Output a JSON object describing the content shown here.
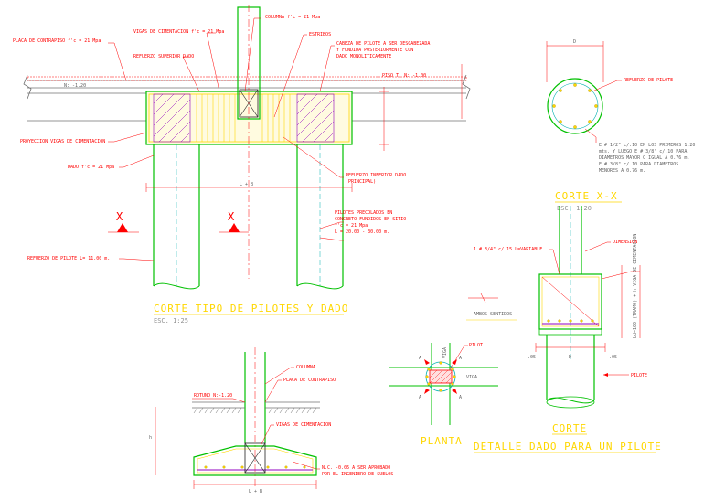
{
  "colors": {
    "background": "#ffffff",
    "annotation": "#ff0000",
    "title": "#ffd700",
    "pile_outline": "#00c000",
    "pile_axis": "#00b0b0",
    "rebar_hatch": "#9000c0",
    "concrete": "#ffea00"
  },
  "main_section": {
    "title": "CORTE TIPO DE PILOTES Y DADO",
    "scale": "ESC. 1:25",
    "labels": {
      "placa": "PLACA DE CONTRAPISO f'c = 21 Mpa",
      "vigas_cim": "VIGAS DE CIMENTACION f'c = 21 Mpa",
      "columna": "COLUMNA  f'c = 21 Mpa",
      "estribos": "ESTRIBOS",
      "cabeza1": "CABEZA DE PILOTE A SER DESCABEZADA",
      "cabeza2": "Y FUNDIDA POSTERIORMENTE CON",
      "cabeza3": "DADO MONOLITICAMENTE",
      "refuerzo_sup": "REFUERZO SUPERIOR DADO",
      "nivel": "N: -1.20",
      "proyeccion": "PROYECCION VIGAS DE CIMENTACION",
      "dado": "DADO f'c = 21 Mpa",
      "refuerzo_inf1": "REFUERZO INFERIOR DADO",
      "refuerzo_inf2": "(PRINCIPAL)",
      "prec1": "PILOTES PRECOLADOS EN",
      "prec2": "CONCRETO FUNDIDOS EN SITIO",
      "prec3": "f'c = 21 Mpa",
      "prec4": "L = 20.00 - 30.00 m.",
      "refuerzo_pilote": "REFUERZO DE PILOTE L= 11.00 m.",
      "section_marker": "X",
      "dim_width": "L + B",
      "piso_label": "PISO T.  N: -1.00"
    }
  },
  "pile_section": {
    "dim_d": "D",
    "refuerzo": "REFUERZO DE PILOTE",
    "note1": "E # 1/2\" c/.10 EN LOS PRIMEROS 1.20",
    "note2": "mts. Y LUEGO E # 3/8\" c/.10 PARA",
    "note3": "DIAMETROS MAYOR O IGUAL A 0.76 m.",
    "note4": "E # 3/8\" c/.10 PARA DIAMETROS",
    "note5": "MENORES A 0.76 m."
  },
  "corte_xx": {
    "title": "CORTE  X-X",
    "scale": "ESC. 1:20",
    "varilla": "1 # 3/4\" c/.15 L=VARIABLE",
    "dimension_label": "DIMENSION",
    "anclaje": "Ld=100 (TRAMO) + h VIGA DE CIMENTACION",
    "ambos": "AMBOS SENTIDOS",
    "pilote": "PILOTE",
    "d05a": ".05",
    "d05b": ".05",
    "d_label": "D"
  },
  "plan": {
    "title": "PLANTA",
    "viga_v": "VIGA",
    "viga_h": "VIGA",
    "pilot_label": "PILOT",
    "dims": [
      "A",
      "A",
      "A",
      "A"
    ]
  },
  "bottom_detail": {
    "title1": "CORTE",
    "title2": "DETALLE DADO PARA UN PILOTE",
    "columna": "COLUMNA",
    "placa": "PLACA DE CONTRAPISO",
    "rotuno": "ROTUNO N:-1.20",
    "vigas": "VIGAS DE CIMENTACION",
    "nc1": "N.C. -0.05 A SER APROBADO",
    "nc2": "POR EL INGENIERO DE SUELOS",
    "dim": "L + B",
    "h_label": "h"
  }
}
